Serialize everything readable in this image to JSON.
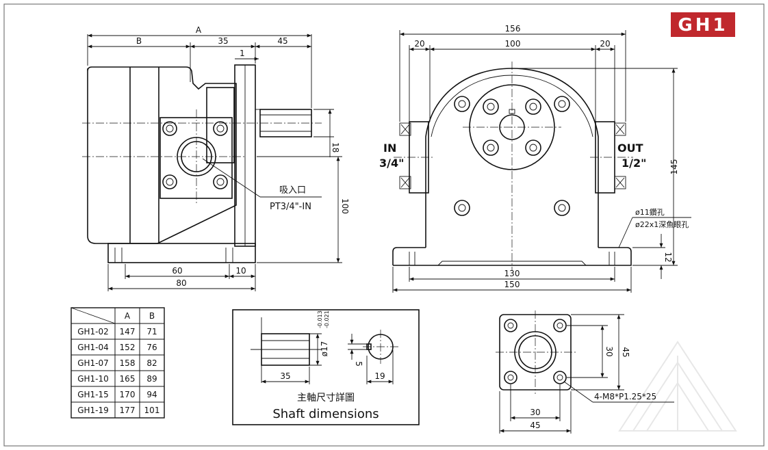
{
  "badge": {
    "text": "GH1",
    "color": "#c0282d"
  },
  "side_view": {
    "dims": {
      "a": "A",
      "b": "B",
      "c35": "35",
      "c45": "45",
      "c1": "1",
      "c18": "18",
      "c100": "100",
      "c60": "60",
      "c10": "10",
      "c80": "80"
    },
    "inlet_cn": "吸入口",
    "inlet_en": "PT3/4\"-IN"
  },
  "front_view": {
    "dims": {
      "w156": "156",
      "w20a": "20",
      "w100": "100",
      "w20b": "20",
      "h145": "145",
      "h12": "12",
      "w130": "130",
      "w150": "150"
    },
    "in_label": "IN",
    "in_size": "3/4\"",
    "out_label": "OUT",
    "out_size": "1/2\"",
    "hole1": "ø11鑽孔",
    "hole2": "ø22x1深魚眼孔"
  },
  "table": {
    "headers": [
      "",
      "A",
      "B"
    ],
    "rows": [
      [
        "GH1-02",
        "147",
        "71"
      ],
      [
        "GH1-04",
        "152",
        "76"
      ],
      [
        "GH1-07",
        "158",
        "82"
      ],
      [
        "GH1-10",
        "165",
        "89"
      ],
      [
        "GH1-15",
        "170",
        "94"
      ],
      [
        "GH1-19",
        "177",
        "101"
      ]
    ]
  },
  "shaft": {
    "tol_upper": "-0.013",
    "tol_lower": "-0.021",
    "dia": "ø17",
    "d35": "35",
    "d5": "5",
    "d19": "19",
    "title_cn": "主軸尺寸詳圖",
    "title_en": "Shaft dimensions"
  },
  "flange": {
    "d45v": "45",
    "d30v": "30",
    "d30h": "30",
    "d45h": "45",
    "bolt": "4-M8*P1.25*25"
  }
}
